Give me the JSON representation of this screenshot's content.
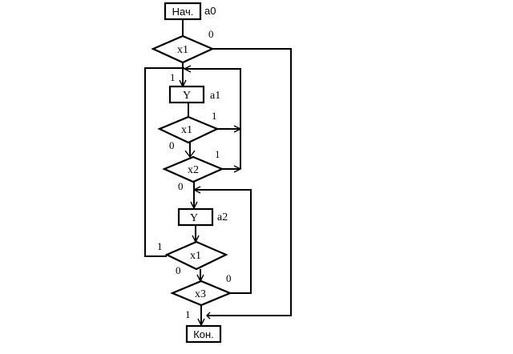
{
  "nodes": {
    "start": {
      "label": "Нач.",
      "state": "a0"
    },
    "cond_x1_top": {
      "label": "x1"
    },
    "op_y_a1": {
      "label": "Y",
      "state": "a1"
    },
    "cond_x1_mid": {
      "label": "x1"
    },
    "cond_x2": {
      "label": "x2"
    },
    "op_y_a2": {
      "label": "Y",
      "state": "a2"
    },
    "cond_x1_low": {
      "label": "x1"
    },
    "cond_x3": {
      "label": "x3"
    },
    "end": {
      "label": "Кон."
    }
  },
  "edge_labels": {
    "x1_top_0": "0",
    "x1_top_1": "1",
    "x1_mid_1": "1",
    "x1_mid_0": "0",
    "x2_1": "1",
    "x2_0": "0",
    "x1_low_1": "1",
    "x1_low_0": "0",
    "x3_0": "0",
    "x3_1": "1"
  },
  "colors": {
    "stroke": "#000000",
    "background": "#ffffff"
  }
}
